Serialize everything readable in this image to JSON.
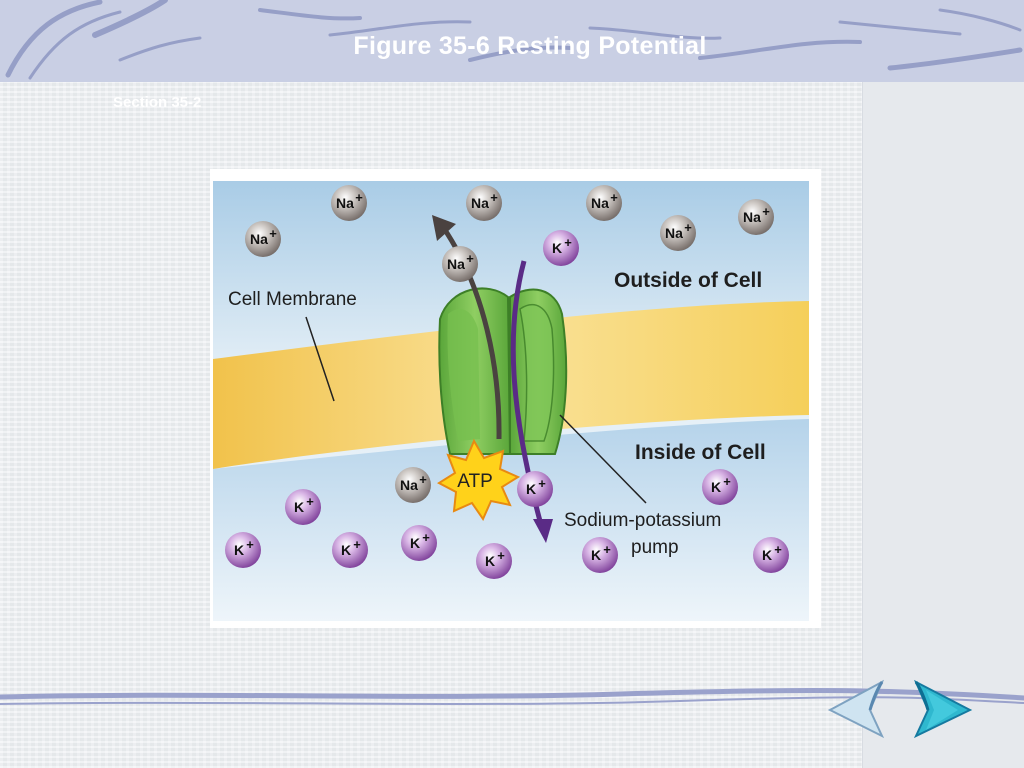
{
  "slide": {
    "title": "Figure 35-6 Resting Potential",
    "section": "Section 35-2"
  },
  "figure": {
    "labels": {
      "outside": "Outside of Cell",
      "inside": "Inside of Cell",
      "membrane": "Cell Membrane",
      "pump_line1": "Sodium-potassium",
      "pump_line2": "pump",
      "atp": "ATP"
    },
    "ions": {
      "na": "Na",
      "k": "K",
      "charge": "+"
    },
    "colors": {
      "sodium": "#8a837f",
      "potassium": "#8d4aa6",
      "membrane": "#f5cf5a",
      "pump": "#6cb544",
      "atp_star": "#ffd21a",
      "arrow_na": "#4a4240",
      "arrow_k": "#5a2b86"
    }
  },
  "nav": {
    "back_icon": "chevron-left-icon",
    "forward_icon": "chevron-right-icon"
  }
}
